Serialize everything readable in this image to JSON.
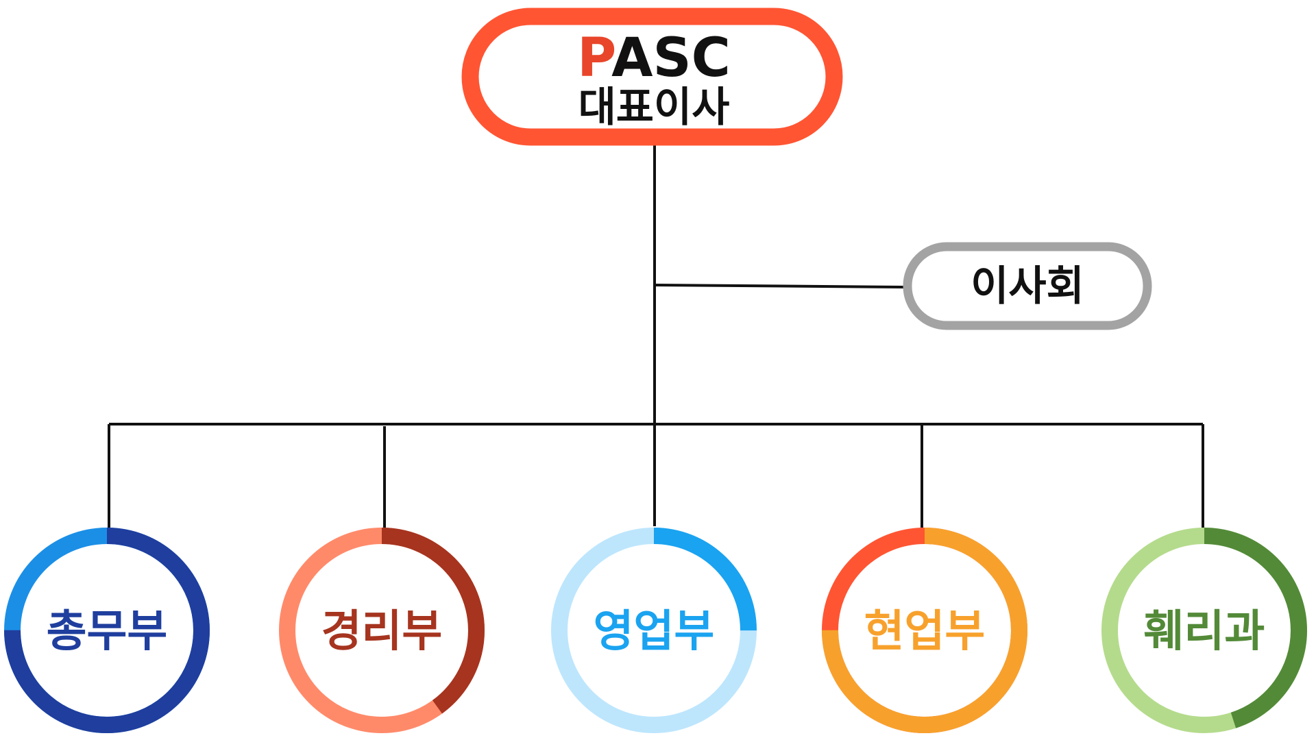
{
  "ceo": {
    "brand_first": "P",
    "brand_rest": "ASC",
    "title": "대표이사",
    "border_color": "#FF5533",
    "brand_accent_color": "#E8452A"
  },
  "board": {
    "label": "이사회",
    "border_color": "#A3A3A3"
  },
  "departments": [
    {
      "label": "총무부",
      "text_color": "#1F3E9E",
      "ring_colors": [
        "#1B8FE6",
        "#1F3E9E"
      ]
    },
    {
      "label": "경리부",
      "text_color": "#A6341F",
      "ring_colors": [
        "#FF8A6A",
        "#A6341F"
      ]
    },
    {
      "label": "영업부",
      "text_color": "#1AA3F0",
      "ring_colors": [
        "#BDE6FD",
        "#1AA3F0"
      ]
    },
    {
      "label": "현업부",
      "text_color": "#F7A12C",
      "ring_colors": [
        "#FF5533",
        "#F7A12C"
      ]
    },
    {
      "label": "훼리과",
      "text_color": "#538A38",
      "ring_colors": [
        "#B4DB8C",
        "#538A38"
      ]
    }
  ]
}
